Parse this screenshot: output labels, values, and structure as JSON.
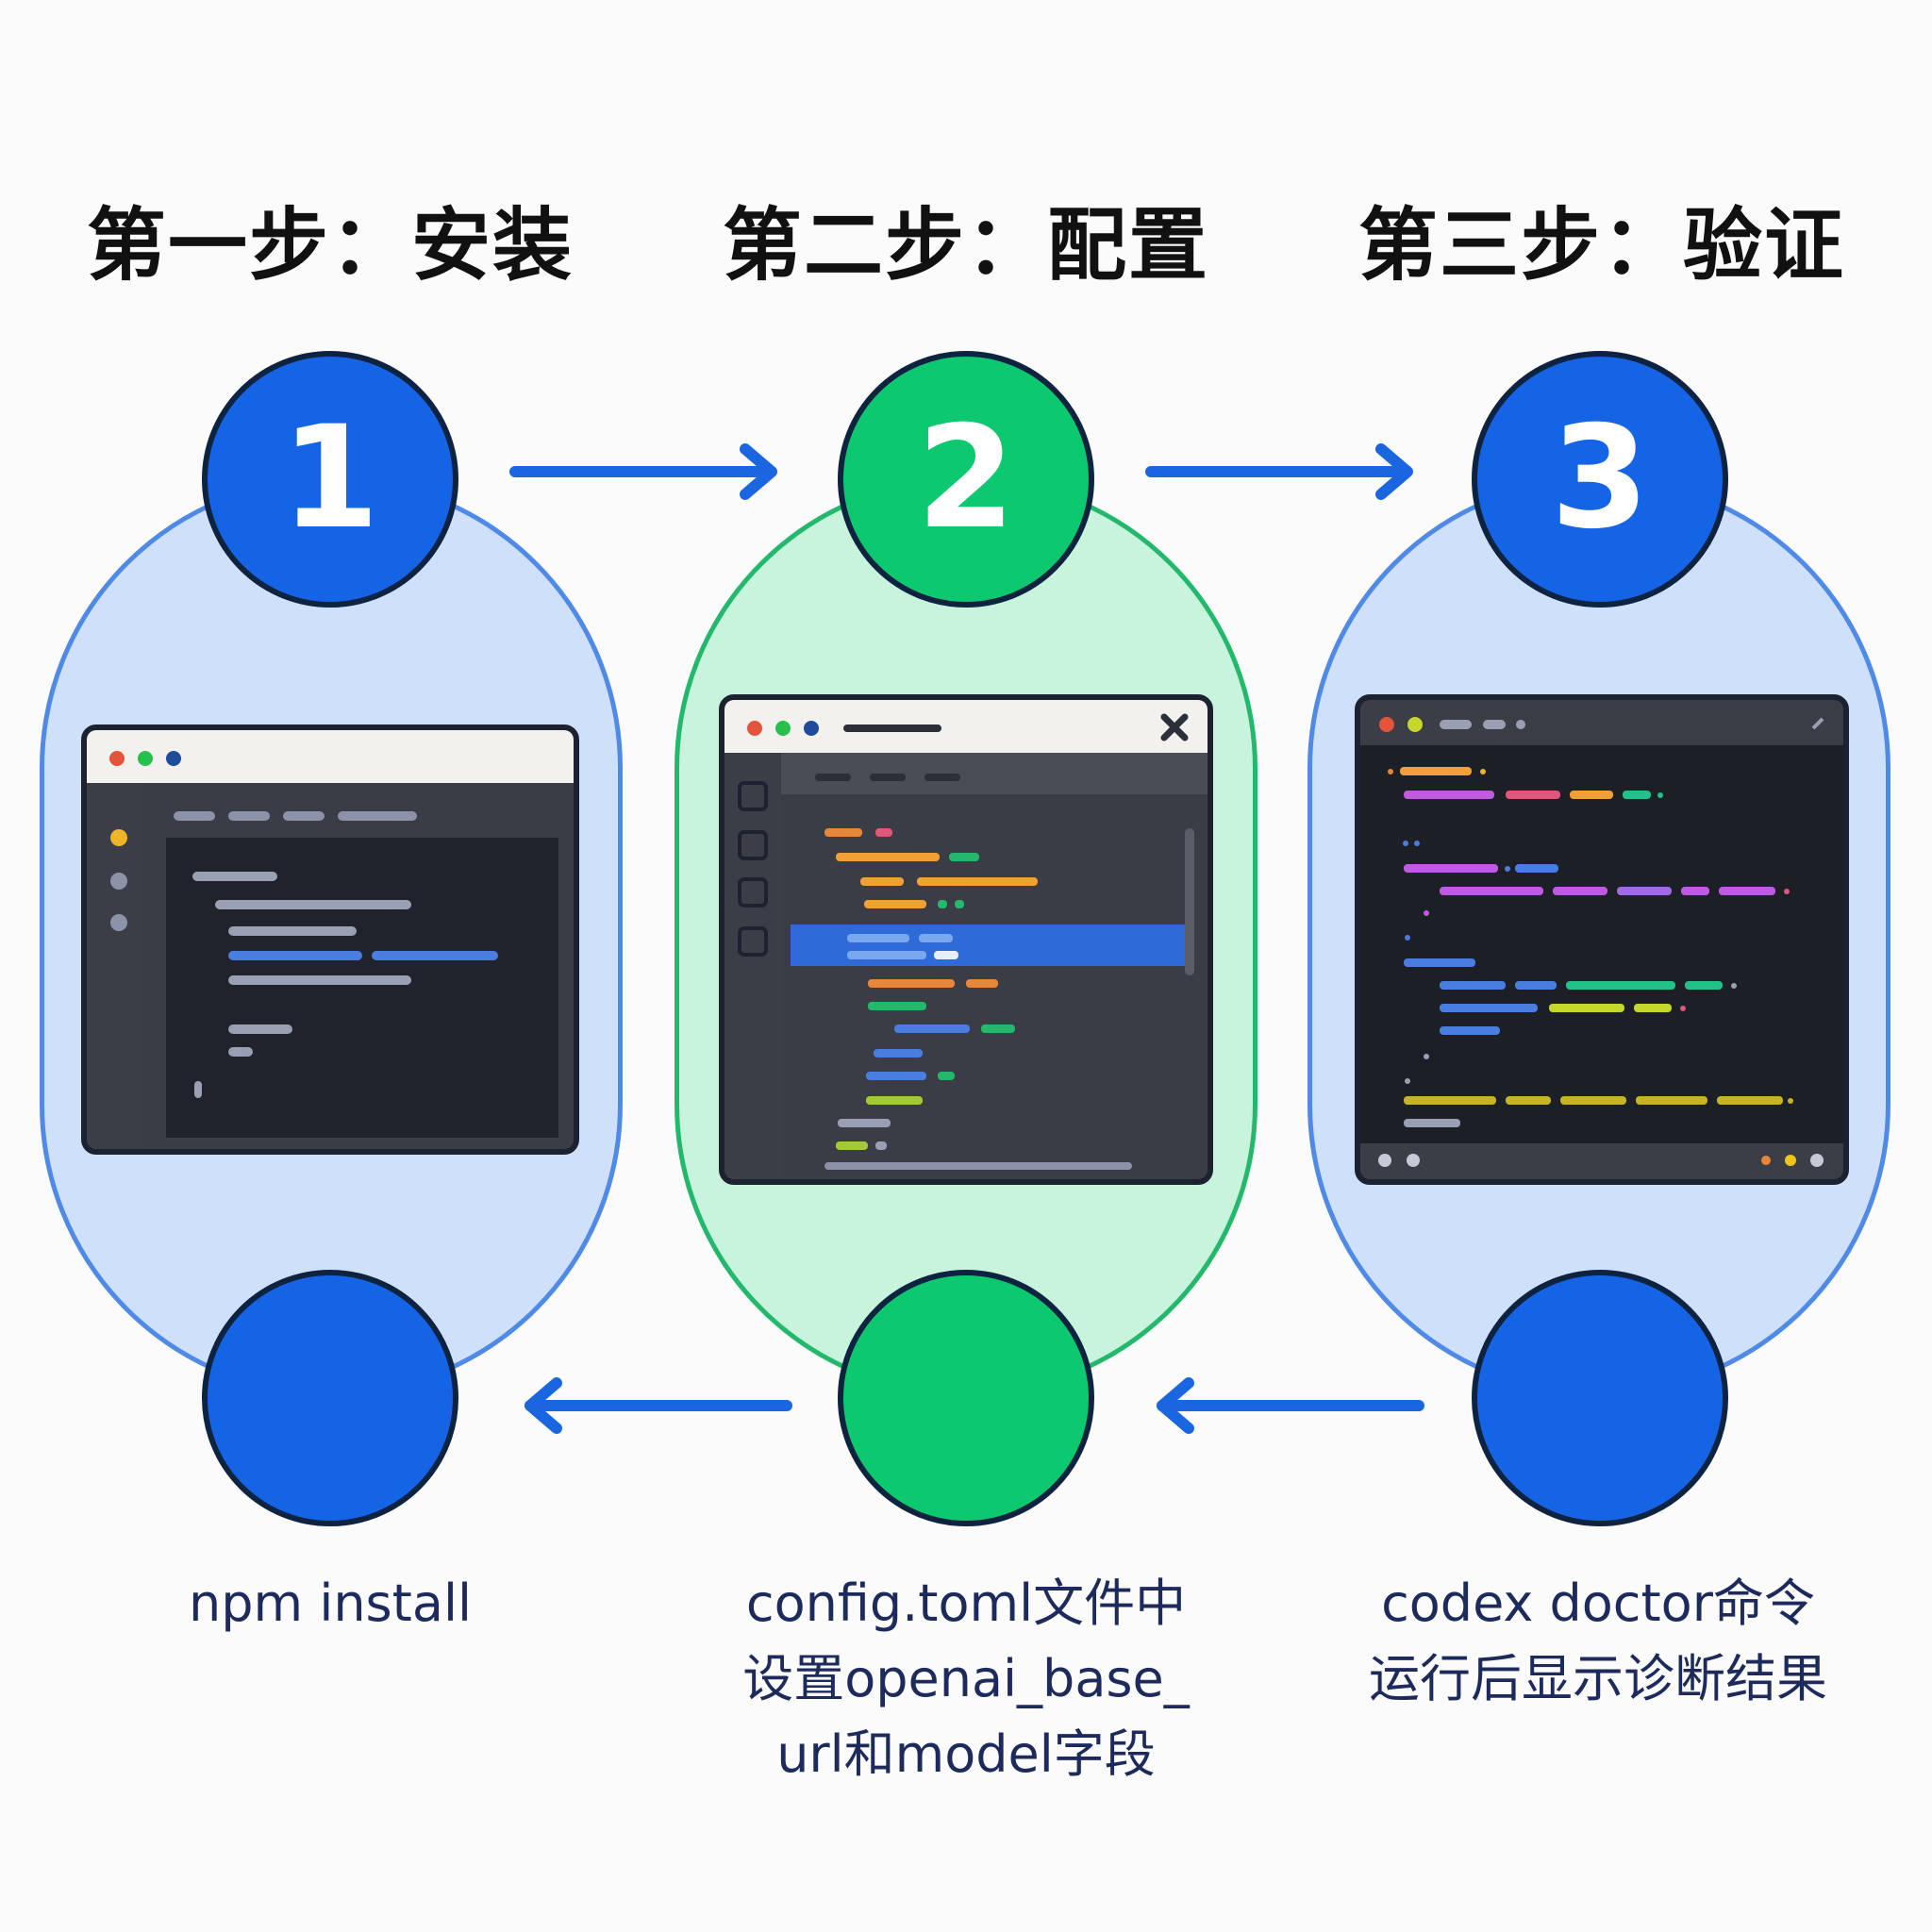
{
  "steps": [
    {
      "title": "第一步：安装",
      "number": "1",
      "caption": "npm install",
      "color": "blue"
    },
    {
      "title": "第二步：配置",
      "number": "2",
      "caption": "config.toml文件中\n设置openai_base_\nurl和model字段",
      "color": "green"
    },
    {
      "title": "第三步：验证",
      "number": "3",
      "caption": "codex doctor命令\n运行后显示诊断结果",
      "color": "blue"
    }
  ],
  "colors": {
    "blue_accent": "#1664e6",
    "green_accent": "#0cc86f",
    "blue_panel": "#cfe0fb",
    "green_panel": "#c8f3dd",
    "arrow": "#1a66e0"
  },
  "icons": {
    "close": "close-icon"
  }
}
